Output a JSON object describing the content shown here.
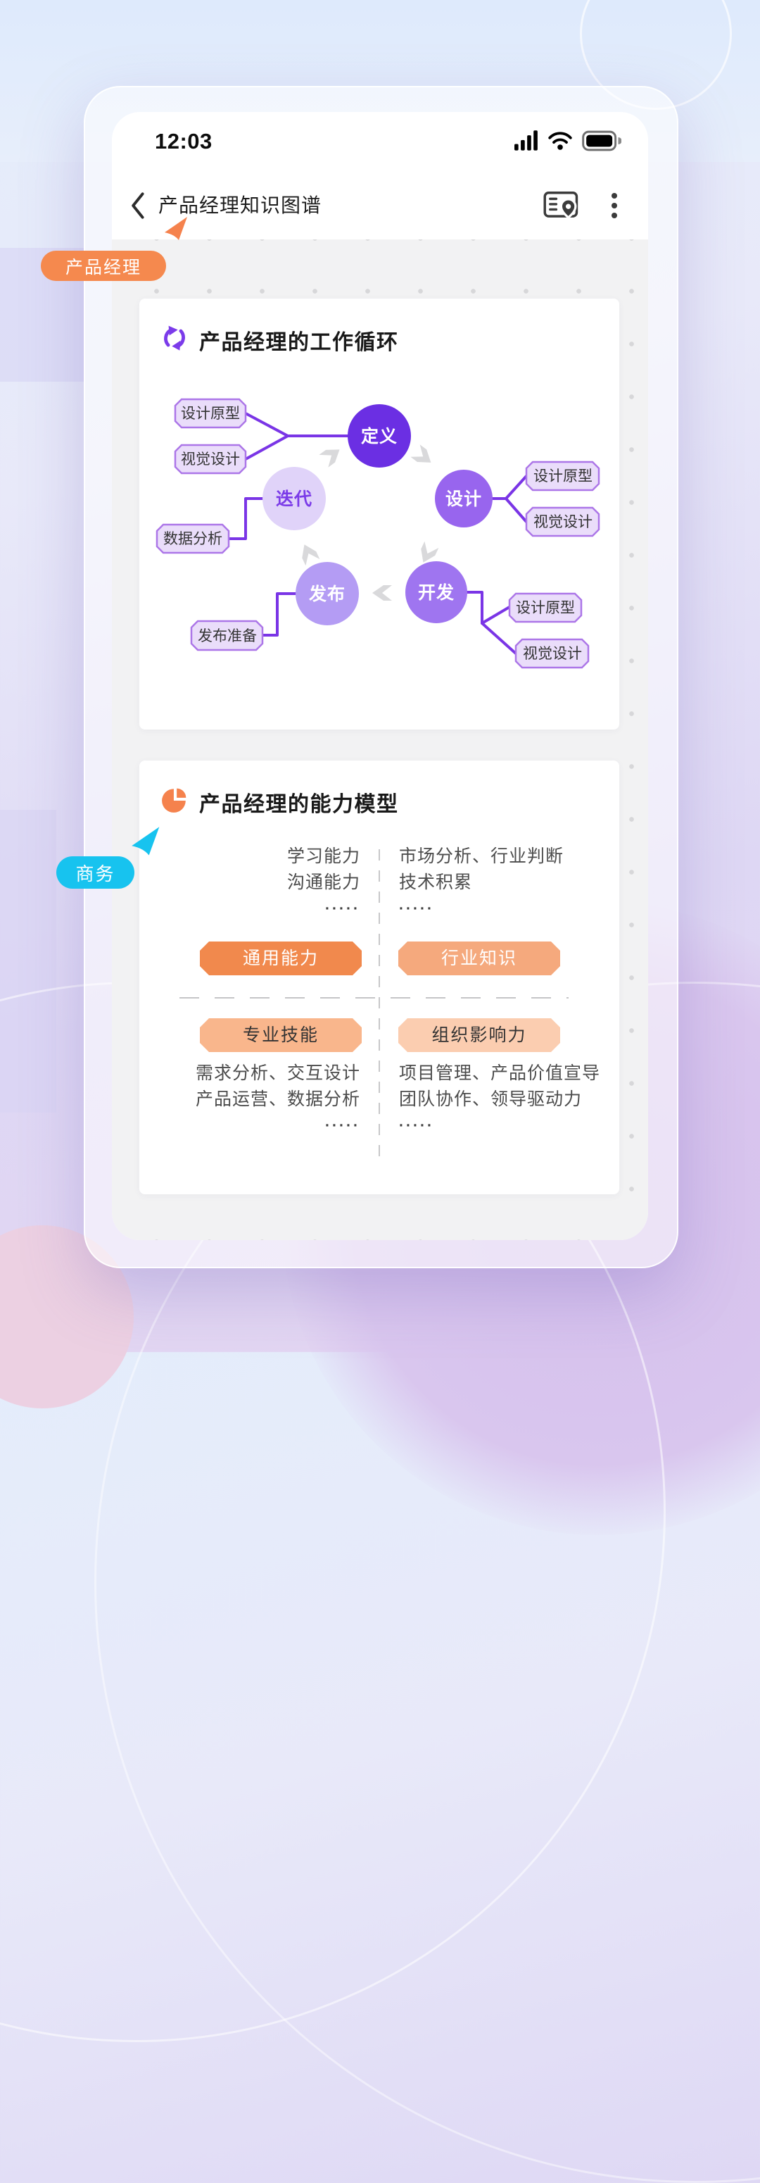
{
  "status_bar": {
    "time": "12:03"
  },
  "nav": {
    "title": "产品经理知识图谱"
  },
  "collaborators": {
    "orange": {
      "label": "产品经理",
      "color": "#f5894e"
    },
    "blue": {
      "label": "商务",
      "color": "#17c3ef"
    }
  },
  "cycle_card": {
    "title": "产品经理的工作循环",
    "nodes": {
      "define": {
        "label": "定义",
        "color": "#6b2fe3"
      },
      "design": {
        "label": "设计",
        "color": "#9865ee"
      },
      "develop": {
        "label": "开发",
        "color": "#9f75f0"
      },
      "release": {
        "label": "发布",
        "color": "#b49cf4"
      },
      "iterate": {
        "label": "迭代",
        "color": "#e0d3f9",
        "text_color": "#7b3be8"
      }
    },
    "branch_labels": {
      "define_left": [
        "设计原型",
        "视觉设计"
      ],
      "design_right": [
        "设计原型",
        "视觉设计"
      ],
      "develop_right": [
        "设计原型",
        "视觉设计"
      ],
      "iterate_left": "数据分析",
      "release_left": "发布准备"
    }
  },
  "model_card": {
    "title": "产品经理的能力模型",
    "quadrants": {
      "top_left": {
        "lines": [
          "学习能力",
          "沟通能力"
        ],
        "ellipsis": "·····",
        "button": {
          "label": "通用能力",
          "color": "#f1894d"
        }
      },
      "top_right": {
        "lines": [
          "市场分析、行业判断",
          "技术积累"
        ],
        "ellipsis": "·····",
        "button": {
          "label": "行业知识",
          "color": "#f5a97d"
        }
      },
      "bottom_left": {
        "lines": [
          "需求分析、交互设计",
          "产品运营、数据分析"
        ],
        "ellipsis": "·····",
        "button": {
          "label": "专业技能",
          "color": "#f9b68c"
        }
      },
      "bottom_right": {
        "lines": [
          "项目管理、产品价值宣导",
          "团队协作、领导驱动力"
        ],
        "ellipsis": "·····",
        "button": {
          "label": "组织影响力",
          "color": "#fbcdb0"
        }
      }
    }
  }
}
